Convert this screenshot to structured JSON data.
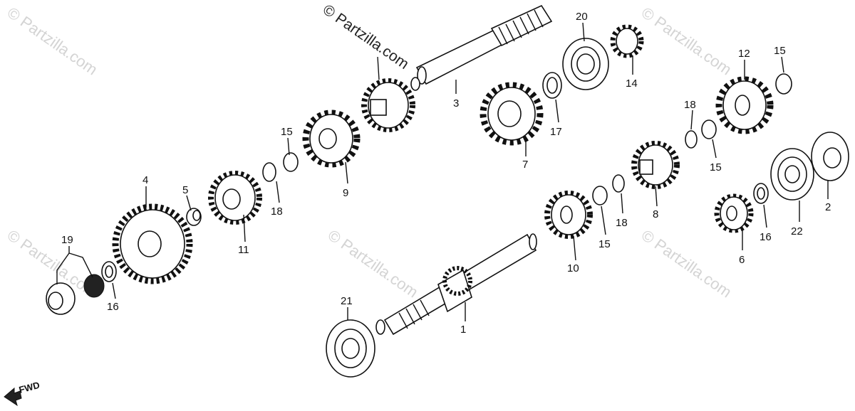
{
  "watermark": {
    "main": "© Partzilla.com",
    "tiles": [
      "© Partzilla.com",
      "© Partzilla.com",
      "© Partzilla.com",
      "© Partzilla.com",
      "© Partzilla.com",
      "© Partzilla.com"
    ]
  },
  "fwd_label": "FWD",
  "callouts": {
    "c1": "1",
    "c2": "2",
    "c3": "3",
    "c4": "4",
    "c5": "5",
    "c6": "6",
    "c7": "7",
    "c8": "8",
    "c9": "9",
    "c10": "10",
    "c11": "11",
    "c12": "12",
    "c14": "14",
    "c15a": "15",
    "c15b": "15",
    "c15c": "15",
    "c15d": "15",
    "c16a": "16",
    "c16b": "16",
    "c17": "17",
    "c18a": "18",
    "c18b": "18",
    "c18c": "18",
    "c19": "19",
    "c20": "20",
    "c21": "21",
    "c22": "22"
  }
}
